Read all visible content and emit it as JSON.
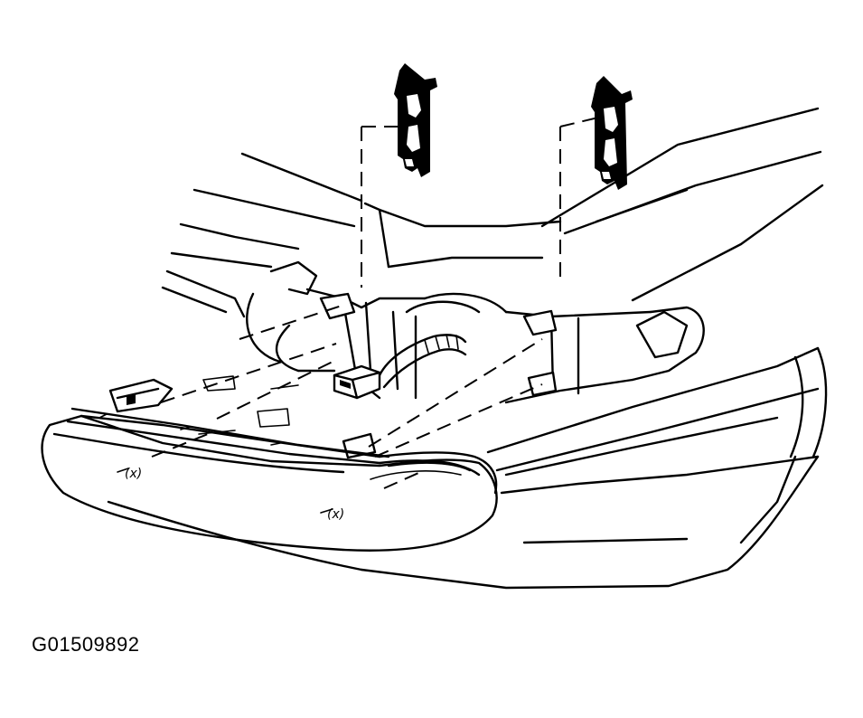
{
  "figure": {
    "id_label": "G01509892",
    "callouts": [
      {
        "text": "(x)"
      },
      {
        "text": "(x)"
      }
    ]
  },
  "parts": {
    "clip_left": "retaining-clip",
    "clip_right": "retaining-clip",
    "headlamp_assembly": "headlamp",
    "connector": "electrical-connector",
    "fascia": "front-fascia"
  },
  "colors": {
    "ink": "#000000",
    "paper": "#ffffff"
  }
}
